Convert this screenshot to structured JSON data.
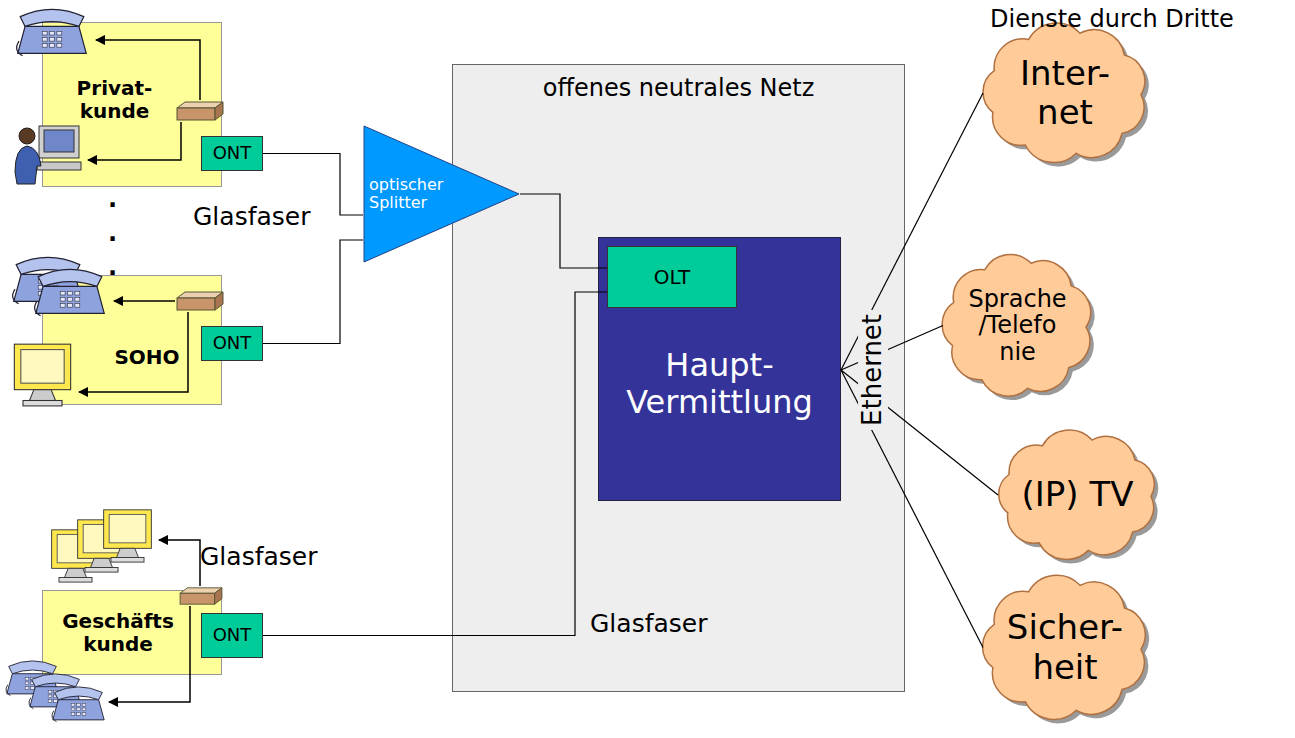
{
  "diagram": {
    "nodes": [
      {
        "text": [
          "Privat- kunde"
        ]
      },
      {
        "text": [
          "ONT"
        ],
        "in": 0
      },
      {
        "text": [
          "SOHO"
        ]
      },
      {
        "text": [
          "ONT"
        ],
        "in": 2
      },
      {
        "text": [
          "Geschäfts kunde"
        ]
      },
      {
        "text": [
          "ONT"
        ],
        "in": 4
      },
      {
        "text": [
          "optischer Splitter"
        ]
      },
      {
        "text": [
          "offenes neutrales Netz"
        ]
      },
      {
        "text": [
          "Haupt- Vermittlung"
        ],
        "in": 7
      },
      {
        "text": [
          "OLT"
        ],
        "in": 8
      },
      {
        "text": [
          "Inter- net"
        ]
      },
      {
        "text": [
          "Sprache /Telefo nie"
        ]
      },
      {
        "text": [
          "(IP) TV"
        ]
      },
      {
        "text": [
          "Sicher- heit"
        ]
      }
    ],
    "edges": [
      {
        "from": 1,
        "to": 6,
        "arrow": "none"
      },
      {
        "from": 3,
        "to": 6,
        "arrow": "none"
      },
      {
        "from": 6,
        "to": 9,
        "arrow": "none"
      },
      {
        "from": 5,
        "to": 9,
        "arrow": "none"
      },
      {
        "from": 8,
        "to": 10,
        "arrow": "none"
      },
      {
        "from": 8,
        "to": 11,
        "arrow": "none"
      },
      {
        "from": 8,
        "to": 12,
        "arrow": "none"
      },
      {
        "from": 8,
        "to": 13,
        "arrow": "none"
      }
    ],
    "labels": [
      "Dienste durch Dritte",
      ".",
      ".",
      ".",
      "Glasfaser",
      "Ethernet",
      "Glasfaser",
      "Glasfaser"
    ]
  }
}
